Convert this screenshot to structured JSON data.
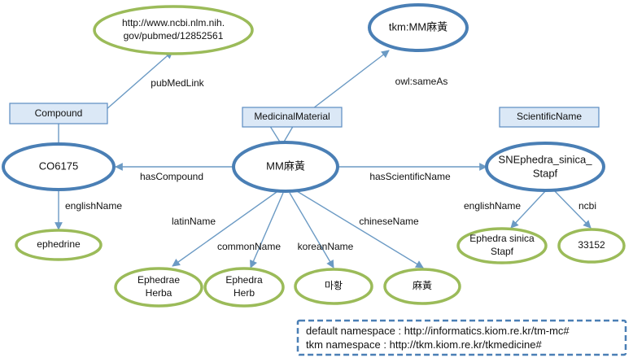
{
  "classes": {
    "compound": "Compound",
    "medicinal_material": "MedicinalMaterial",
    "scientific_name": "ScientificName"
  },
  "nodes": {
    "pubmed_url": [
      "http://www.ncbi.nlm.nih.",
      "gov/pubmed/12852561"
    ],
    "tkm_same": "tkm:MM麻黃",
    "co6175": "CO6175",
    "mm": "MM麻黃",
    "sn": [
      "SNEphedra_sinica_",
      "Stapf"
    ],
    "ephedrine": "ephedrine",
    "ephedrae_herba": [
      "Ephedrae",
      "Herba"
    ],
    "ephedra_herb": [
      "Ephedra",
      "Herb"
    ],
    "korean": "마황",
    "chinese": "麻黃",
    "ephedra_sinica": [
      "Ephedra sinica",
      "Stapf"
    ],
    "ncbi_id": "33152"
  },
  "edges": {
    "pubmed_link": "pubMedLink",
    "owl_same_as": "owl:sameAs",
    "has_compound": "hasCompound",
    "has_scientific_name": "hasScientificName",
    "english_name_compound": "englishName",
    "latin_name": "latinName",
    "common_name": "commonName",
    "korean_name": "koreanName",
    "chinese_name": "chineseName",
    "english_name_sn": "englishName",
    "ncbi": "ncbi"
  },
  "namespaces": [
    "default namespace : http://informatics.kiom.re.kr/tm-mc#",
    "tkm namespace : http://tkm.kiom.re.kr/tkmedicine#"
  ],
  "colors": {
    "resource_stroke": "#4a7fb5",
    "literal_stroke": "#9bbb59",
    "class_fill": "#dbe8f6",
    "edge": "#6b9ac4"
  }
}
